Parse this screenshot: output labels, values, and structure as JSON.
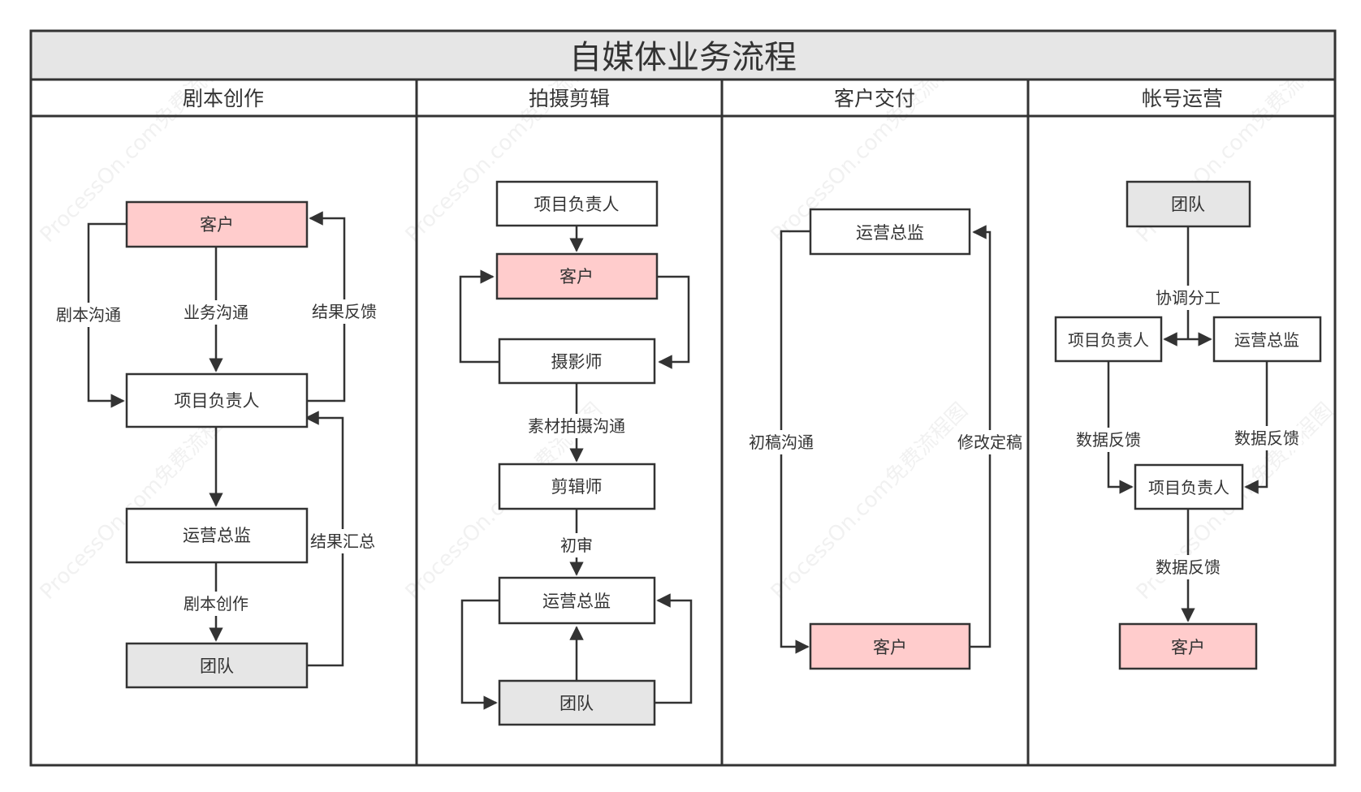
{
  "title": "自媒体业务流程",
  "lanes": [
    {
      "id": "script",
      "label": "剧本创作"
    },
    {
      "id": "shoot",
      "label": "拍摄剪辑"
    },
    {
      "id": "deliver",
      "label": "客户交付"
    },
    {
      "id": "operate",
      "label": "帐号运营"
    }
  ],
  "nodes": {
    "l1_client": "客户",
    "l1_pm": "项目负责人",
    "l1_ops": "运营总监",
    "l1_team": "团队",
    "l2_pm": "项目负责人",
    "l2_client": "客户",
    "l2_photo": "摄影师",
    "l2_editor": "剪辑师",
    "l2_ops": "运营总监",
    "l2_team": "团队",
    "l3_ops": "运营总监",
    "l3_client": "客户",
    "l4_team": "团队",
    "l4_pm": "项目负责人",
    "l4_ops": "运营总监",
    "l4_pm2": "项目负责人",
    "l4_client": "客户"
  },
  "edge_labels": {
    "l1_script_comm": "剧本沟通",
    "l1_biz_comm": "业务沟通",
    "l1_feedback": "结果反馈",
    "l1_summary": "结果汇总",
    "l1_script": "剧本创作",
    "l2_material": "素材拍摄沟通",
    "l2_review": "初审",
    "l3_draft": "初稿沟通",
    "l3_final": "修改定稿",
    "l4_coord": "协调分工",
    "l4_data_left": "数据反馈",
    "l4_data_right": "数据反馈",
    "l4_data_down": "数据反馈"
  },
  "watermarks": [
    "ProcessOn.com免费流程图"
  ],
  "colors": {
    "client_fill": "#ffcccc",
    "team_fill": "#e6e6e6",
    "default_fill": "#ffffff",
    "title_bar": "#e6e6e6",
    "stroke": "#333333"
  }
}
